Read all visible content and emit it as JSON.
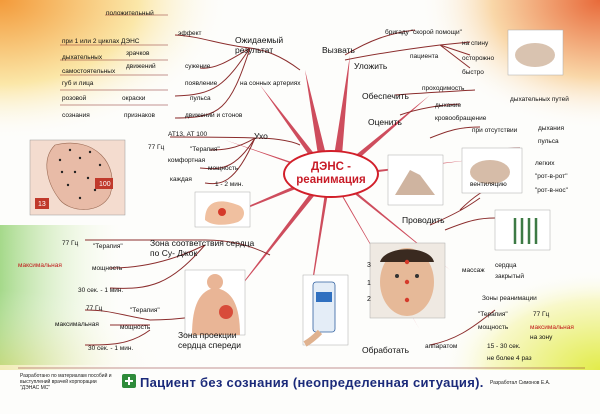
{
  "center": {
    "line1": "ДЭНС -",
    "line2": "реанимация"
  },
  "top_left": {
    "branch": "Ожидаемый результат",
    "effect": "эффект",
    "positive": "положительный",
    "cycles": "при 1 или 2 циклах ДЭНС",
    "pupils": "зрачков",
    "breathing": "дыхательных",
    "movements": "движений",
    "narrowing": "сужение",
    "independent": "самостоятельных",
    "lips_face": "губ и лица",
    "appearance": "появление",
    "carotid": "на сонных артериях",
    "pink": "розовой",
    "coloring": "окраски",
    "pulse": "пульса",
    "consciousness": "сознания",
    "signs": "признаков",
    "movements_moan": "движений и стонов"
  },
  "top_right": {
    "call": "Вызвать",
    "ambulance": "бригаду \"скорой помощи\"",
    "lay": "Уложить",
    "patient": "пациента",
    "on_back": "на спину",
    "carefully": "осторожно",
    "quickly": "быстро",
    "ensure": "Обеспечить",
    "patency": "проходимость",
    "airways": "дыхательных путей",
    "assess": "Оценить",
    "breathing_check": "дыхание",
    "circulation": "кровообращение",
    "absence": "при отсутствии",
    "breath": "дыхания",
    "pulse": "пульса"
  },
  "right": {
    "perform": "Проводить",
    "ventilation": "вентиляцию",
    "lungs": "легких",
    "mouth_mouth": "\"рот-в-рот\"",
    "mouth_nose": "\"рот-в-нос\"",
    "massage": "массаж",
    "heart": "сердца",
    "closed": "закрытый"
  },
  "bottom_right": {
    "treat": "Обработать",
    "device": "аппаратом",
    "zones": "Зоны реанимации",
    "therapy": "\"Терапия\"",
    "freq": "77 Гц",
    "power": "мощность",
    "max": "максимальная",
    "per_zone": "на зону",
    "time": "15 - 30 сек.",
    "limit": "не более 4 раз"
  },
  "face": {
    "p1": "1",
    "p2": "2",
    "p3": "3"
  },
  "left": {
    "ear": "Ухо",
    "at": "АТ13, АТ 100",
    "freq": "77 Гц",
    "therapy": "\"Терапия\"",
    "comfort": "комфортная",
    "power": "мощность",
    "each": "каждая",
    "time": "1 - 2 мин.",
    "ear_p1": "100",
    "ear_p2": "13"
  },
  "sujok": {
    "branch": "Зона соответствия сердца по Су- Джок",
    "freq": "77 Гц",
    "therapy": "\"Терапия\"",
    "max": "максимальная",
    "power": "мощность",
    "time": "30 сек. - 1 мин."
  },
  "front": {
    "branch": "Зона проекции сердца спереди",
    "freq": "77 Гц",
    "therapy": "\"Терапия\"",
    "max": "максимальная",
    "power": "мощность",
    "time": "30 сек. - 1 мин."
  },
  "footer": {
    "title": "Пациент без сознания (неопределенная ситуация).",
    "left": "Разработано по материалам пособий и выступлений врачей корпорации \"ДЭНАС МС\"",
    "right": "Разработал Симонов Е.А."
  }
}
